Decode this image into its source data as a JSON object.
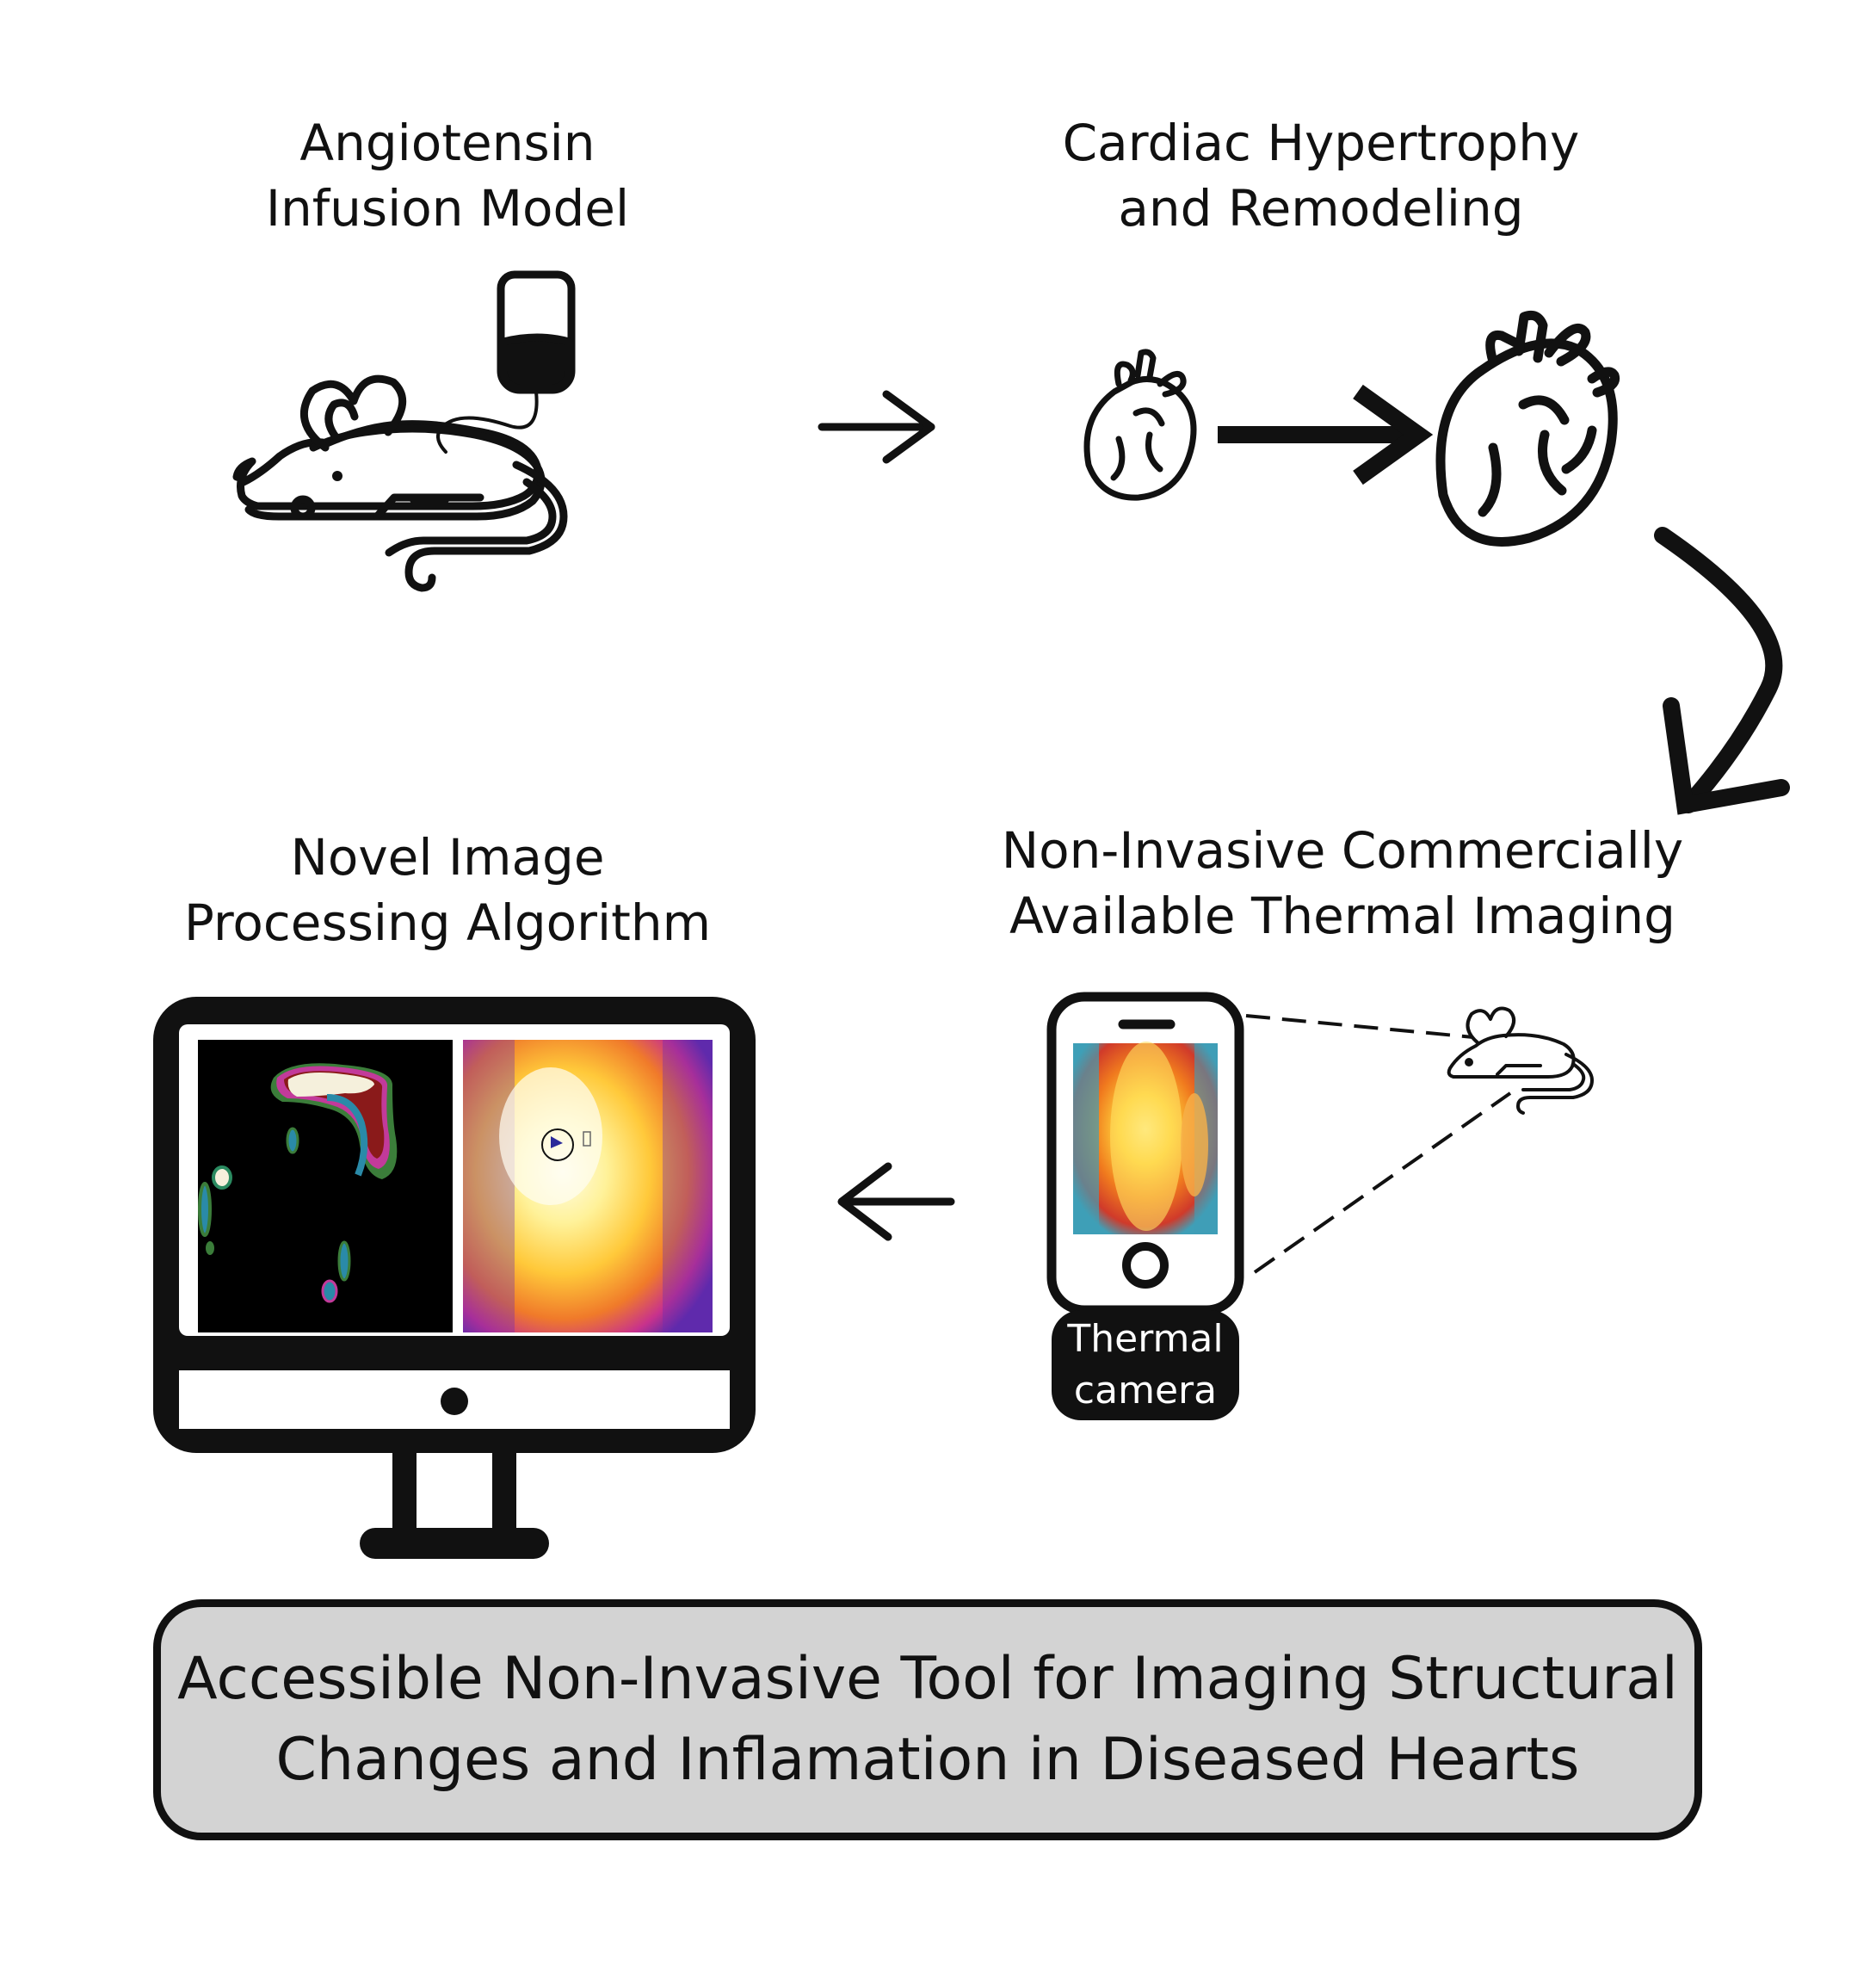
{
  "steps": {
    "angiotensin": {
      "line1": "Angiotensin",
      "line2": "Infusion Model"
    },
    "cardiac": {
      "line1": "Cardiac Hypertrophy",
      "line2": "and Remodeling"
    },
    "thermal": {
      "line1": "Non-Invasive Commercially",
      "line2": "Available Thermal Imaging"
    },
    "novel": {
      "line1": "Novel Image",
      "line2": "Processing Algorithm"
    }
  },
  "camera_label": {
    "line1": "Thermal",
    "line2": "camera"
  },
  "summary": {
    "line1": "Accessible Non-Invasive Tool for Imaging Structural",
    "line2": "Changes and Inflamation in  Diseased Hearts"
  },
  "icons": [
    "mouse-with-infusion-bag-icon",
    "small-heart-icon",
    "large-heart-icon",
    "smartphone-thermal-icon",
    "small-mouse-icon",
    "desktop-monitor-icon"
  ],
  "colors": {
    "stroke": "#111111",
    "summary_fill": "#d3d3d3"
  }
}
